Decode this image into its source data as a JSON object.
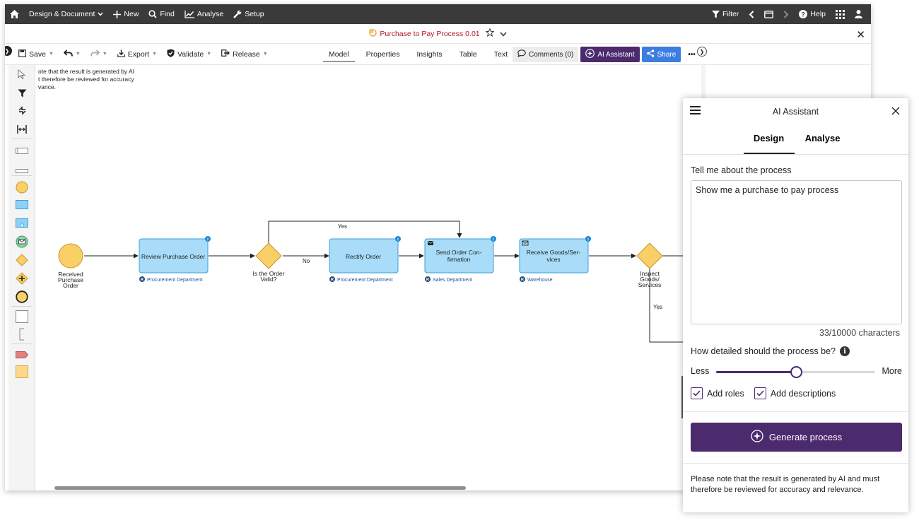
{
  "topnav": {
    "home_icon": "home-icon",
    "design_document": "Design & Document",
    "new": "New",
    "find": "Find",
    "analyse": "Analyse",
    "setup": "Setup",
    "filter": "Filter",
    "help": "Help"
  },
  "titlebar": {
    "title": "Purchase to Pay Process 0.01"
  },
  "toolbar": {
    "save": "Save",
    "export": "Export",
    "validate": "Validate",
    "release": "Release",
    "tabs": [
      "Model",
      "Properties",
      "Insights",
      "Table",
      "Text"
    ],
    "active_tab": "Model",
    "comments": "Comments (0)",
    "ai_assistant": "AI Assistant",
    "share": "Share"
  },
  "canvas": {
    "ai_note_lines": [
      "ote that the result is generated by AI",
      "t therefore be reviewed for accuracy",
      "vance."
    ],
    "start_event": [
      "Received",
      "Purchase",
      "Order"
    ],
    "tasks": [
      {
        "lines": [
          "Review Purchase Order"
        ],
        "role": "Procurement Department"
      },
      {
        "lines": [
          "Rectify Order"
        ],
        "role": "Procurement Department"
      },
      {
        "lines": [
          "Send Order Con-",
          "firmation"
        ],
        "role": "Sales Department"
      },
      {
        "lines": [
          "Receive Goods/Ser-",
          "vices"
        ],
        "role": "Warehouse"
      }
    ],
    "gateway1": [
      "Is the Order",
      "Valid?"
    ],
    "gateway2": [
      "Inspect",
      "Goods/",
      "Services"
    ],
    "flow_yes_top": "Yes",
    "flow_no": "No",
    "flow_yes_right": "Yes",
    "role_badge": "R"
  },
  "ai_panel": {
    "title": "AI Assistant",
    "tabs": [
      "Design",
      "Analyse"
    ],
    "active_tab": "Design",
    "prompt_label": "Tell me about the process",
    "prompt_value": "Show me a purchase to pay process",
    "counter": "33/10000 characters",
    "detail_label": "How detailed should the process be?",
    "slider_less": "Less",
    "slider_more": "More",
    "slider_value": 0.5,
    "add_roles": "Add roles",
    "add_descriptions": "Add descriptions",
    "add_roles_checked": true,
    "add_descriptions_checked": true,
    "generate": "Generate process",
    "note": "Please note that the result is generated by AI and must therefore be reviewed for accuracy and relevance."
  },
  "colors": {
    "accent_purple": "#4b2a6e",
    "share_blue": "#3b7de0",
    "task_fill": "#a8dcf8",
    "task_stroke": "#3a9fd8",
    "event_fill": "#f9d065",
    "title_red": "#b2182b"
  }
}
